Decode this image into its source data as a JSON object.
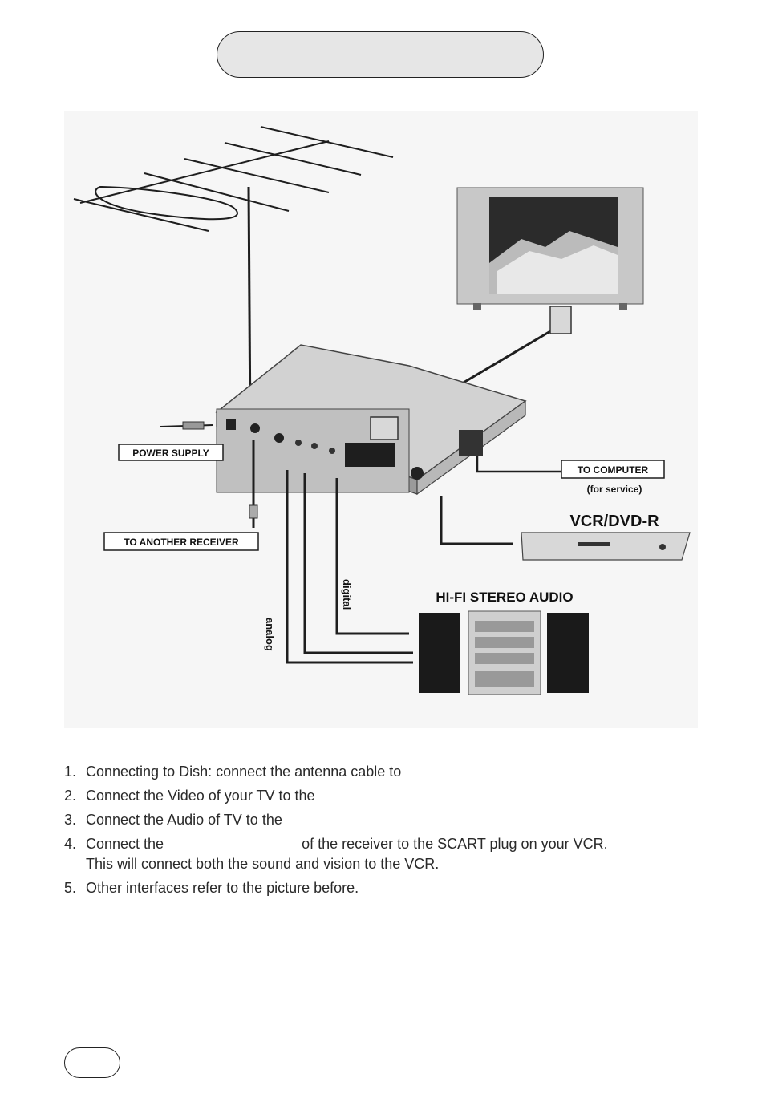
{
  "diagram": {
    "labels": {
      "power_supply": "POWER SUPPLY",
      "to_another_receiver": "TO ANOTHER RECEIVER",
      "to_computer": "TO COMPUTER",
      "for_service": "(for service)",
      "vcr_dvd": "VCR/DVD-R",
      "hifi": "HI-FI STEREO AUDIO",
      "digital": "digital",
      "analog": "analog"
    }
  },
  "steps": [
    {
      "num": "1.",
      "text": "Connecting to Dish: connect the antenna cable to"
    },
    {
      "num": "2.",
      "text": "Connect the Video of your TV to the"
    },
    {
      "num": "3.",
      "text": "Connect the Audio of TV to the"
    },
    {
      "num": "4.",
      "text_a": "Connect the",
      "text_b": "of the receiver to the SCART plug on your VCR.",
      "text_c": "This will connect both the sound and vision to the VCR."
    },
    {
      "num": "5.",
      "text": "Other interfaces refer to the picture before."
    }
  ],
  "colors": {
    "line": "#1e1e1e",
    "panel_bg": "#f6f6f6",
    "device": "#cfcfcf",
    "pill_fill": "#e6e6e6"
  }
}
